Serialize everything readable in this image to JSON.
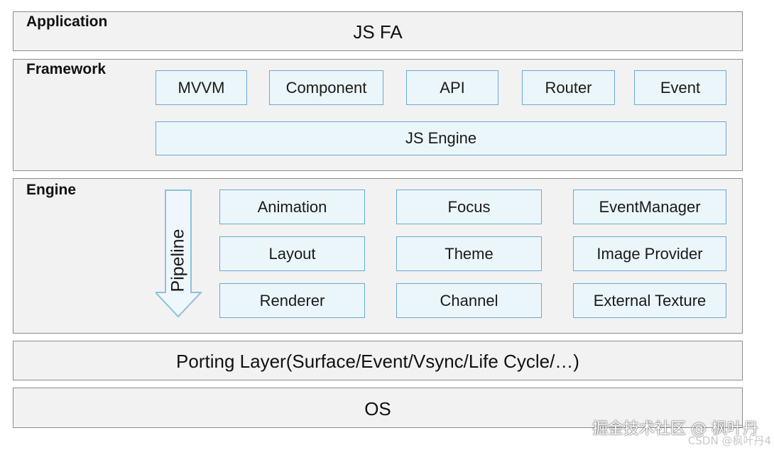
{
  "application": {
    "label": "Application",
    "title": "JS FA"
  },
  "framework": {
    "label": "Framework",
    "modules": [
      "MVVM",
      "Component",
      "API",
      "Router",
      "Event"
    ],
    "engine": "JS Engine"
  },
  "engine": {
    "label": "Engine",
    "pipeline": "Pipeline",
    "modules": [
      [
        "Animation",
        "Focus",
        "EventManager"
      ],
      [
        "Layout",
        "Theme",
        "Image Provider"
      ],
      [
        "Renderer",
        "Channel",
        "External Texture"
      ]
    ]
  },
  "porting": {
    "title": "Porting Layer(Surface/Event/Vsync/Life Cycle/…)"
  },
  "os": {
    "title": "OS"
  },
  "watermark": {
    "text": "掘金技术社区 @ 枫叶丹",
    "source": "CSDN @枫叶丹4"
  },
  "colors": {
    "layer_bg": "#f2f2f2",
    "box_bg": "#ebf6fa",
    "box_border": "#6aa9d1"
  }
}
